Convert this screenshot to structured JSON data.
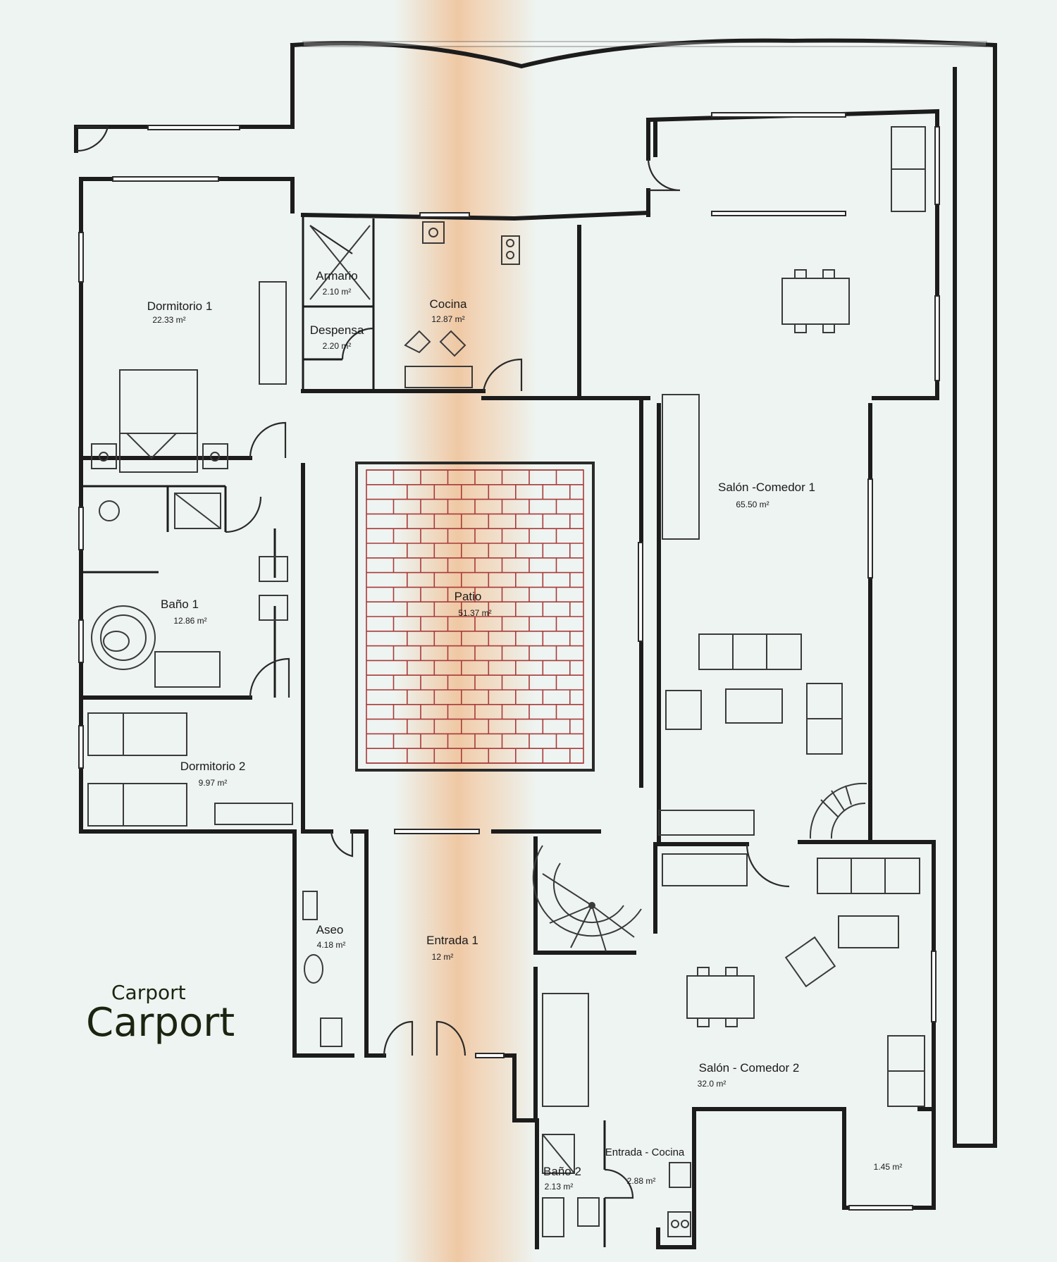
{
  "colors": {
    "paper": "#eef4f1",
    "wall": "#1c1c1c",
    "patio_brick": "#a83a3a",
    "fold_tint": "#f0a464",
    "caption": "#1a2410"
  },
  "rooms": [
    {
      "id": "dormitorio-1",
      "name": "Dormitorio 1",
      "area": "22.33 m²"
    },
    {
      "id": "armario",
      "name": "Armario",
      "area": "2.10 m²"
    },
    {
      "id": "despensa",
      "name": "Despensa",
      "area": "2.20 m²"
    },
    {
      "id": "cocina",
      "name": "Cocina",
      "area": "12.87 m²"
    },
    {
      "id": "salon-comedor-1",
      "name": "Salón -Comedor 1",
      "area": "65.50 m²"
    },
    {
      "id": "bano-1",
      "name": "Baño 1",
      "area": "12.86 m²"
    },
    {
      "id": "patio",
      "name": "Patio",
      "area": "51.37 m²"
    },
    {
      "id": "dormitorio-2",
      "name": "Dormitorio 2",
      "area": "9.97 m²"
    },
    {
      "id": "aseo",
      "name": "Aseo",
      "area": "4.18 m²"
    },
    {
      "id": "entrada-1",
      "name": "Entrada 1",
      "area": "12 m²"
    },
    {
      "id": "salon-comedor-2",
      "name": "Salón - Comedor 2",
      "area": "32.0 m²"
    },
    {
      "id": "bano-2",
      "name": "Baño 2",
      "area": "2.13 m²"
    },
    {
      "id": "entrada-cocina",
      "name": "Entrada - Cocina",
      "area": "2.88 m²"
    },
    {
      "id": "terraza-pequena",
      "name": "",
      "area": "1.45 m²"
    }
  ],
  "caption": {
    "small": "Carport",
    "large": "Carport"
  }
}
